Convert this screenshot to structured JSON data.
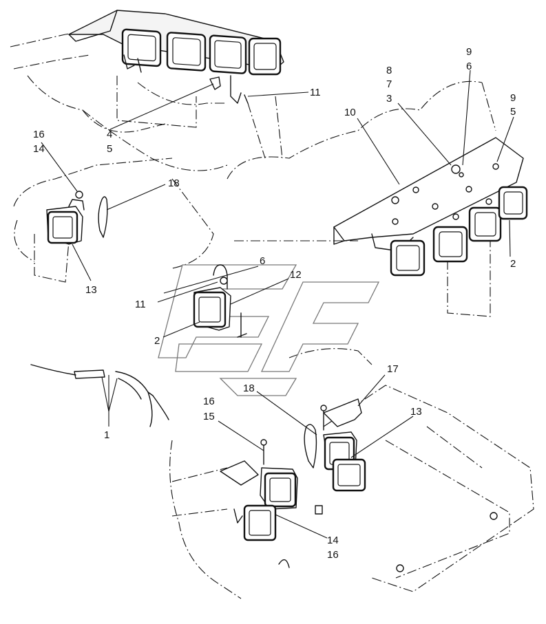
{
  "diagram": {
    "labels": {
      "c9": "9",
      "c8": "8",
      "c6a": "6",
      "c7": "7",
      "c3": "3",
      "c9b": "9",
      "c5b": "5",
      "c10": "10",
      "c11a": "11",
      "c4": "4",
      "c5a": "5",
      "c16a": "16",
      "c14a": "14",
      "c18a": "18",
      "c13a": "13",
      "c6b": "6",
      "c12": "12",
      "c11b": "11",
      "c2a": "2",
      "c2b": "2",
      "c17": "17",
      "c13b": "13",
      "c16b": "16",
      "c15": "15",
      "c18b": "18",
      "c1": "1",
      "c14b": "14",
      "c16c": "16"
    }
  }
}
